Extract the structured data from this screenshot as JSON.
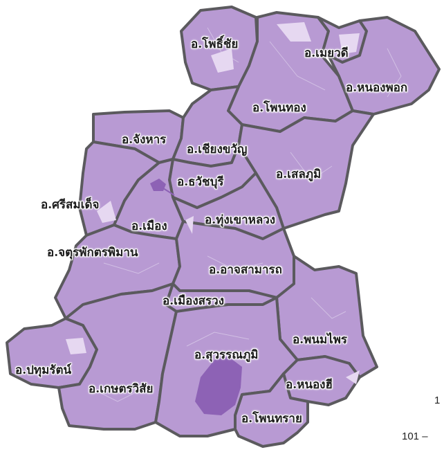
{
  "map": {
    "colors": {
      "district_fill": "#b89ad3",
      "border": "#5b5a5e",
      "pale_patch": "#e6d8f1",
      "dark_area": "#8d62b5",
      "background": "#ffffff"
    },
    "districts": [
      {
        "id": "pho-chai",
        "label": "อ.โพธิ์ชัย"
      },
      {
        "id": "moei-wadi",
        "label": "อ.เมยวดี"
      },
      {
        "id": "nong-phok",
        "label": "อ.หนองพอก"
      },
      {
        "id": "phon-thong",
        "label": "อ.โพนทอง"
      },
      {
        "id": "changhan",
        "label": "อ.จังหาร"
      },
      {
        "id": "chiang-khwan",
        "label": "อ.เชียงขวัญ"
      },
      {
        "id": "selaphum",
        "label": "อ.เสลภูมิ"
      },
      {
        "id": "thawatchaburi",
        "label": "อ.ธวัชบุรี"
      },
      {
        "id": "si-somdet",
        "label": "อ.ศรีสมเด็จ"
      },
      {
        "id": "mueang",
        "label": "อ.เมือง"
      },
      {
        "id": "thung-khao-luang",
        "label": "อ.ทุ่งเขาหลวง"
      },
      {
        "id": "chaturaphak-phiman",
        "label": "อ.จตุรพักตรพิมาน"
      },
      {
        "id": "at-samat",
        "label": "อ.อาจสามารถ"
      },
      {
        "id": "mueang-suang",
        "label": "อ.เมืองสรวง"
      },
      {
        "id": "phanom-phrai",
        "label": "อ.พนมไพร"
      },
      {
        "id": "pathum-rat",
        "label": "อ.ปทุมรัตน์"
      },
      {
        "id": "suwannaphum",
        "label": "อ.สุวรรณภูมิ"
      },
      {
        "id": "kaset-wisai",
        "label": "อ.เกษตรวิสัย"
      },
      {
        "id": "nong-hi",
        "label": "อ.หนองฮี"
      },
      {
        "id": "phon-sai",
        "label": "อ.โพนทราย"
      }
    ]
  },
  "side_text": {
    "line1": "1",
    "line2": "101 –"
  }
}
